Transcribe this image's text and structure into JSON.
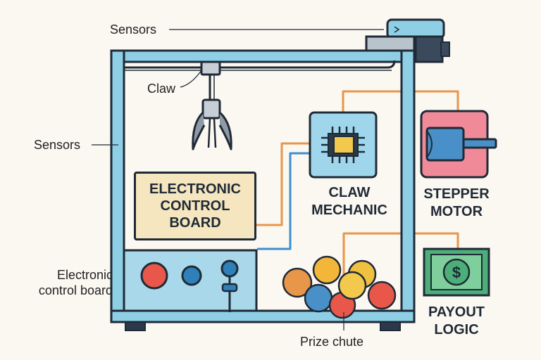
{
  "labels": {
    "sensors_top": "Sensors",
    "sensors_left": "Sensors",
    "claw": "Claw",
    "electronic_control_board_lines": [
      "Electronic",
      "control board"
    ],
    "prize_chute": "Prize chute"
  },
  "components": {
    "control_board_lines": [
      "ELECTRONIC",
      "CONTROL",
      "BOARD"
    ],
    "claw_mechanic_lines": [
      "CLAW",
      "MECHANIC"
    ],
    "stepper_motor_lines": [
      "STEPPER",
      "MOTOR"
    ],
    "payout_logic_lines": [
      "PAYOUT",
      "LOGIC"
    ],
    "payout_symbol": "$"
  },
  "colors": {
    "outline": "#1f2a36",
    "cabinet_frame": "#8ecfe6",
    "panel": "#a9d8ea",
    "chip_box": "#9fd6ec",
    "chip": "#f2c94c",
    "motor_body": "#f08a98",
    "motor_cylinder": "#4a90c8",
    "money": "#4caf7a",
    "wire_orange": "#e8964a",
    "wire_blue": "#3d8fd1",
    "button_red": "#e8574a",
    "button_blue": "#2f7fb8"
  },
  "icons": [
    "claw-icon",
    "chip-icon",
    "motor-icon",
    "money-icon",
    "joystick-icon",
    "sensor-icon"
  ]
}
